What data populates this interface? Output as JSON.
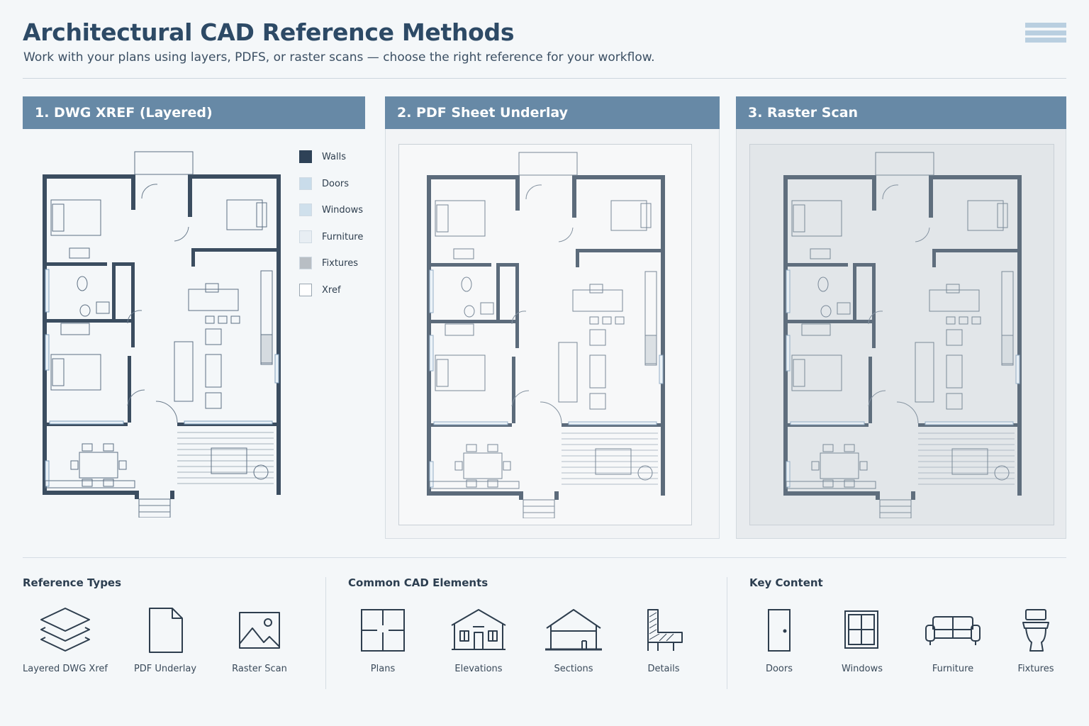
{
  "header": {
    "title": "Architectural CAD Reference Methods",
    "subtitle": "Work with your plans using layers, PDFS, or raster scans — choose the right reference for your workflow."
  },
  "panels": [
    {
      "title": "1. DWG XREF (Layered)"
    },
    {
      "title": "2. PDF Sheet Underlay"
    },
    {
      "title": "3. Raster Scan"
    }
  ],
  "legend": [
    {
      "label": "Walls",
      "color": "#2e4257"
    },
    {
      "label": "Doors",
      "color": "#c9dcea"
    },
    {
      "label": "Windows",
      "color": "#cfe0ec"
    },
    {
      "label": "Furniture",
      "color": "#e8eef3"
    },
    {
      "label": "Fixtures",
      "color": "#b8bec4"
    },
    {
      "label": "Xref",
      "color": "#ffffff"
    }
  ],
  "sections": {
    "reference_types": {
      "title": "Reference Types",
      "items": [
        {
          "label": "Layered DWG Xref",
          "icon": "layers-icon"
        },
        {
          "label": "PDF Underlay",
          "icon": "document-icon"
        },
        {
          "label": "Raster Scan",
          "icon": "image-icon"
        }
      ]
    },
    "common_elements": {
      "title": "Common CAD Elements",
      "items": [
        {
          "label": "Plans",
          "icon": "plan-icon"
        },
        {
          "label": "Elevations",
          "icon": "elevation-icon"
        },
        {
          "label": "Sections",
          "icon": "section-icon"
        },
        {
          "label": "Details",
          "icon": "detail-icon"
        }
      ]
    },
    "key_content": {
      "title": "Key Content",
      "items": [
        {
          "label": "Doors",
          "icon": "door-icon"
        },
        {
          "label": "Windows",
          "icon": "window-icon"
        },
        {
          "label": "Furniture",
          "icon": "sofa-icon"
        },
        {
          "label": "Fixtures",
          "icon": "toilet-icon"
        }
      ]
    }
  },
  "colors": {
    "accent": "#6789a6",
    "title": "#2d4a66",
    "wall": "#3b4d60"
  }
}
